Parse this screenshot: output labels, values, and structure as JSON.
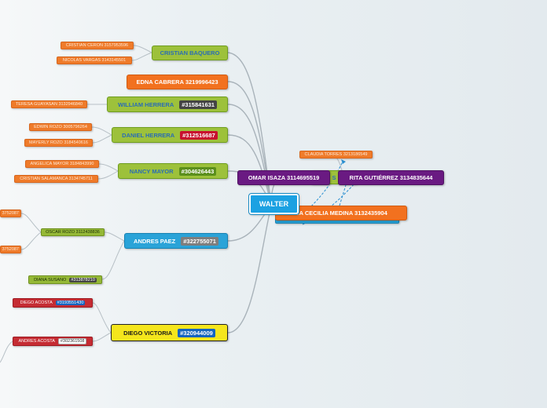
{
  "central": "WALTER",
  "branches": {
    "cristian_baquero": "CRISTIAN BAQUERO",
    "edna_cabrera": "EDNA CABRERA 3219996423",
    "william_herrera": "WILLIAM HERRERA",
    "william_herrera_phone": "#315841631",
    "daniel_herrera": "DANIEL HERRERA",
    "daniel_herrera_phone": "#312516687",
    "nancy_mayor": "NANCY MAYOR",
    "nancy_mayor_phone": "#304626443",
    "andres_paez": "ANDRES PAEZ",
    "andres_paez_phone": "#322755071",
    "diego_victoria": "DIEGO VICTORIA",
    "diego_victoria_phone": "#320944009",
    "omar_isaza": "OMAR ISAZA 3114695519",
    "rita_gutierrez": "RITA GUTIÉRREZ 3134835644",
    "cecilia_medina": "CA CECILIA MEDINA 3132435904",
    "hidden_s": "S"
  },
  "leaves": {
    "cristian_ceron": "CRISTIAN CERON 3157953596",
    "nicolas_vargas": "NICOLAS  VARGAS  3143145501",
    "teresa_guayasan": "TERESA GUAYASAN 3132946840",
    "edwin_rozo": "EDWIN ROZO 3005796264",
    "mayerly_rozo": "MAYERLY ROZO 3184540616",
    "angelica_mayor": "ANGELICA MAYOR 3184843990",
    "cristian_salamanca": "CRISTIAN SALAMANCA 3134745711",
    "oscar_rozo": "OSCAR ROZO 3112438836",
    "cut_top": "3752087",
    "cut_bottom": "3752087",
    "diana_susano": "DIANA SUSANO",
    "diana_susano_phone": "#313878210",
    "diego_acosta": "DIEGO ACOSTA",
    "diego_acosta_phone": "#3193551430",
    "andres_acosta": "ANDRES ACOSTA",
    "andres_acosta_phone": "#302361508",
    "claudia_torres": "CLAUDIA TORRES 3213186549"
  }
}
